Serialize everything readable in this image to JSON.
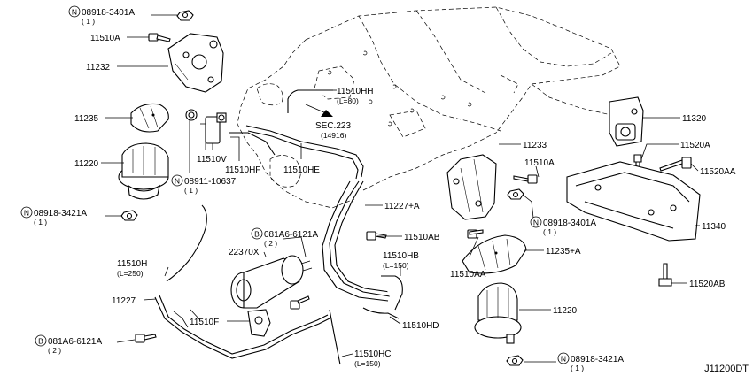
{
  "diagram": {
    "code": "J11200DT",
    "labels": [
      {
        "id": "n08918-3401a-top",
        "prefix": "N",
        "text": "08918-3401A",
        "qty": "( 1 )"
      },
      {
        "id": "p11510a-top",
        "text": "11510A"
      },
      {
        "id": "p11232",
        "text": "11232"
      },
      {
        "id": "p11235",
        "text": "11235"
      },
      {
        "id": "p11220-left",
        "text": "11220"
      },
      {
        "id": "n08918-3421a-left",
        "prefix": "N",
        "text": "08918-3421A",
        "qty": "( 1 )"
      },
      {
        "id": "p11510v",
        "text": "11510V"
      },
      {
        "id": "p11510hf",
        "text": "11510HF"
      },
      {
        "id": "n08911-10637",
        "prefix": "N",
        "text": "08911-10637",
        "qty": "( 1 )"
      },
      {
        "id": "p11510he",
        "text": "11510HE"
      },
      {
        "id": "p11510hh",
        "text": "11510HH",
        "sub": "(L=80)"
      },
      {
        "id": "sec223",
        "text": "SEC.223",
        "sub": "(14916)"
      },
      {
        "id": "p11233",
        "text": "11233"
      },
      {
        "id": "p11510a-right",
        "text": "11510A"
      },
      {
        "id": "p11320",
        "text": "11320"
      },
      {
        "id": "p11520a",
        "text": "11520A"
      },
      {
        "id": "p11520aa",
        "text": "11520AA"
      },
      {
        "id": "p11227a",
        "text": "11227+A"
      },
      {
        "id": "b081a6-6121a-mid",
        "prefix": "B",
        "text": "081A6-6121A",
        "qty": "( 2 )"
      },
      {
        "id": "n08918-3401a-right",
        "prefix": "N",
        "text": "08918-3401A",
        "qty": "( 1 )"
      },
      {
        "id": "p11340",
        "text": "11340"
      },
      {
        "id": "p22370x",
        "text": "22370X"
      },
      {
        "id": "p11510ab",
        "text": "11510AB"
      },
      {
        "id": "p11235a",
        "text": "11235+A"
      },
      {
        "id": "p11510hb",
        "text": "11510HB",
        "sub": "(L=150)"
      },
      {
        "id": "p11510h",
        "text": "11510H",
        "sub": "(L=250)"
      },
      {
        "id": "p11510aa",
        "text": "11510AA"
      },
      {
        "id": "p11520ab",
        "text": "11520AB"
      },
      {
        "id": "p11227",
        "text": "11227"
      },
      {
        "id": "p11220-right",
        "text": "11220"
      },
      {
        "id": "p11510f",
        "text": "11510F"
      },
      {
        "id": "p11510hd",
        "text": "11510HD"
      },
      {
        "id": "b081a6-6121a-bottom",
        "prefix": "B",
        "text": "081A6-6121A",
        "qty": "( 2 )"
      },
      {
        "id": "p11510hc",
        "text": "11510HC",
        "sub": "(L=150)"
      },
      {
        "id": "n08918-3421a-bottom",
        "prefix": "N",
        "text": "08918-3421A",
        "qty": "( 1 )"
      }
    ]
  }
}
